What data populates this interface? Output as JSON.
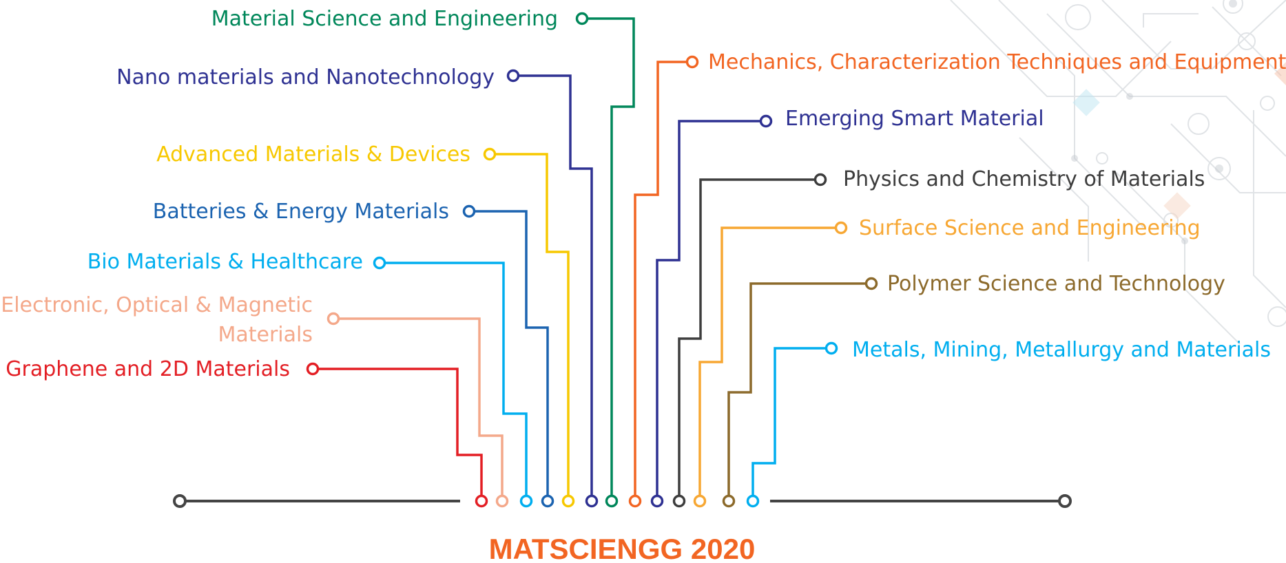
{
  "title": "MATSCIENGG 2020",
  "title_color": "#f26522",
  "baseline_color": "#444444",
  "topics_left": [
    {
      "label": "Material Science and Engineering",
      "color": "#00875a"
    },
    {
      "label": "Nano materials and Nanotechnology",
      "color": "#2e3192"
    },
    {
      "label": "Advanced Materials & Devices",
      "color": "#f7c800"
    },
    {
      "label": "Batteries & Energy Materials",
      "color": "#1b63b0"
    },
    {
      "label": "Bio Materials & Healthcare",
      "color": "#00aeef"
    },
    {
      "label_line1": "Electronic, Optical & Magnetic",
      "label_line2": "Materials",
      "color": "#f4a88a"
    },
    {
      "label": "Graphene  and 2D Materials",
      "color": "#e31e24"
    }
  ],
  "topics_right": [
    {
      "label": "Mechanics, Characterization Techniques and Equipments",
      "color": "#f26522"
    },
    {
      "label": "Emerging Smart Material",
      "color": "#2e3192"
    },
    {
      "label": "Physics and Chemistry of Materials",
      "color": "#3d3d3d"
    },
    {
      "label": "Surface Science and Engineering",
      "color": "#f7a733"
    },
    {
      "label": "Polymer Science and Technology",
      "color": "#8c6a2b"
    },
    {
      "label": "Metals, Mining, Metallurgy and Materials",
      "color": "#00aeef"
    }
  ]
}
